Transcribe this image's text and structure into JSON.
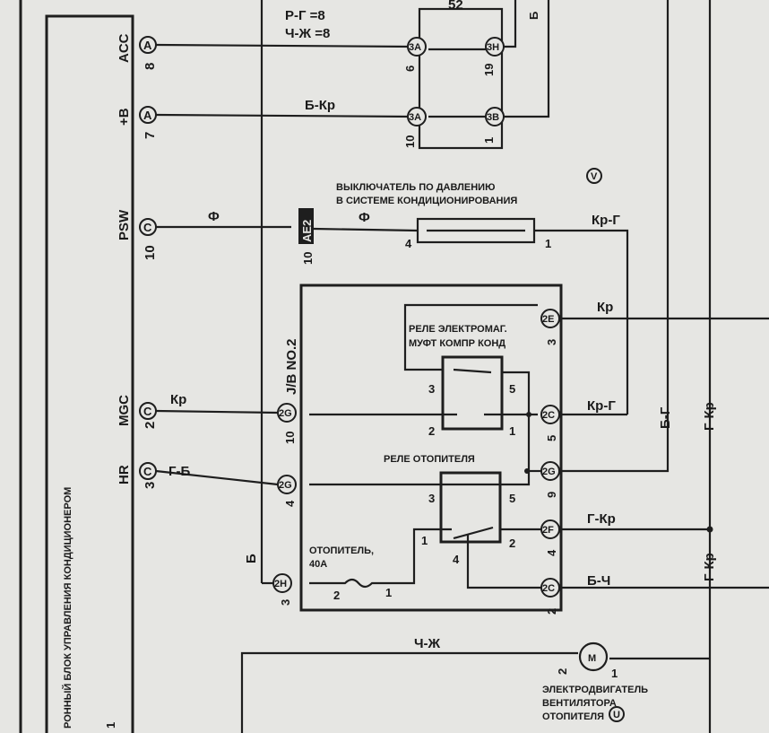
{
  "ecu": {
    "title": "ЭЛЕКТРОННЫЙ БЛОК УПРАВЛЕНИЯ КОНДИЦИОНЕРОМ",
    "title_visible": "РОННЫЙ БЛОК УПРАВЛЕНИЯ КОНДИЦИОНЕРОМ",
    "bottom_num": "1",
    "pins": [
      {
        "name": "ACC",
        "num": "8",
        "conn": "A"
      },
      {
        "name": "+B",
        "num": "7",
        "conn": "A"
      },
      {
        "name": "PSW",
        "num": "10",
        "conn": "C"
      },
      {
        "name": "MGC",
        "num": "2",
        "conn": "C"
      },
      {
        "name": "HR",
        "num": "3",
        "conn": "C"
      }
    ]
  },
  "notes": {
    "line1": "Р-Г =8",
    "line2": "Ч-Ж =8"
  },
  "relay_block": {
    "label": "52",
    "pins": [
      {
        "num": "6",
        "conn": "3A"
      },
      {
        "num": "19",
        "conn": "3H"
      },
      {
        "num": "10",
        "conn": "3A"
      },
      {
        "num": "1",
        "conn": "3B"
      }
    ]
  },
  "wires": {
    "bkr": "Б-Кр",
    "f1": "Ф",
    "f2": "Ф",
    "krg1": "Кр-Г",
    "kr1": "Кр",
    "kr2": "Кр",
    "krg2": "Кр-Г",
    "bg": "Б-Г",
    "gkr1": "Г-Кр",
    "gb": "Г-Б",
    "gkr2": "Г-Кр",
    "gkr3": "Г-Кр",
    "bch": "Б-Ч",
    "b": "Б",
    "chzh": "Ч-Ж",
    "b_top": "Б"
  },
  "pressure_switch": {
    "line1": "ВЫКЛЮЧАТЕЛЬ ПО ДАВЛЕНИЮ",
    "line2": "В СИСТЕМЕ КОНДИЦИОНИРОВАНИЯ",
    "marker": "V",
    "connector": "AE2",
    "connector_num": "10",
    "pin_left": "4",
    "pin_right": "1"
  },
  "junction_block": {
    "label": "J/B NO.2",
    "left_pins": [
      {
        "num": "10",
        "conn": "2G"
      },
      {
        "num": "4",
        "conn": "2G"
      },
      {
        "num": "3",
        "conn": "2H"
      }
    ],
    "right_pins": [
      {
        "num": "3",
        "conn": "2E"
      },
      {
        "num": "5",
        "conn": "2C"
      },
      {
        "num": "9",
        "conn": "2G"
      },
      {
        "num": "4",
        "conn": "2F"
      },
      {
        "num": "2",
        "conn": "2C"
      }
    ]
  },
  "clutch_relay": {
    "line1": "РЕЛЕ ЭЛЕКТРОМАГ.",
    "line2": "МУФТ КОМПР КОНД",
    "pins": [
      "3",
      "5",
      "2",
      "1"
    ]
  },
  "heater_relay": {
    "label": "РЕЛЕ ОТОПИТЕЛЯ",
    "pins": [
      "3",
      "5",
      "1",
      "2",
      "4"
    ]
  },
  "fuse": {
    "line1": "ОТОПИТЕЛЬ,",
    "line2": "40А",
    "pin_left": "2",
    "pin_right": "1"
  },
  "motor": {
    "line1": "ЭЛЕКТРОДВИГАТЕЛЬ",
    "line2": "ВЕНТИЛЯТОРА",
    "line3": "ОТОПИТЕЛЯ",
    "marker": "U",
    "pin_left": "2",
    "pin_right": "1"
  }
}
